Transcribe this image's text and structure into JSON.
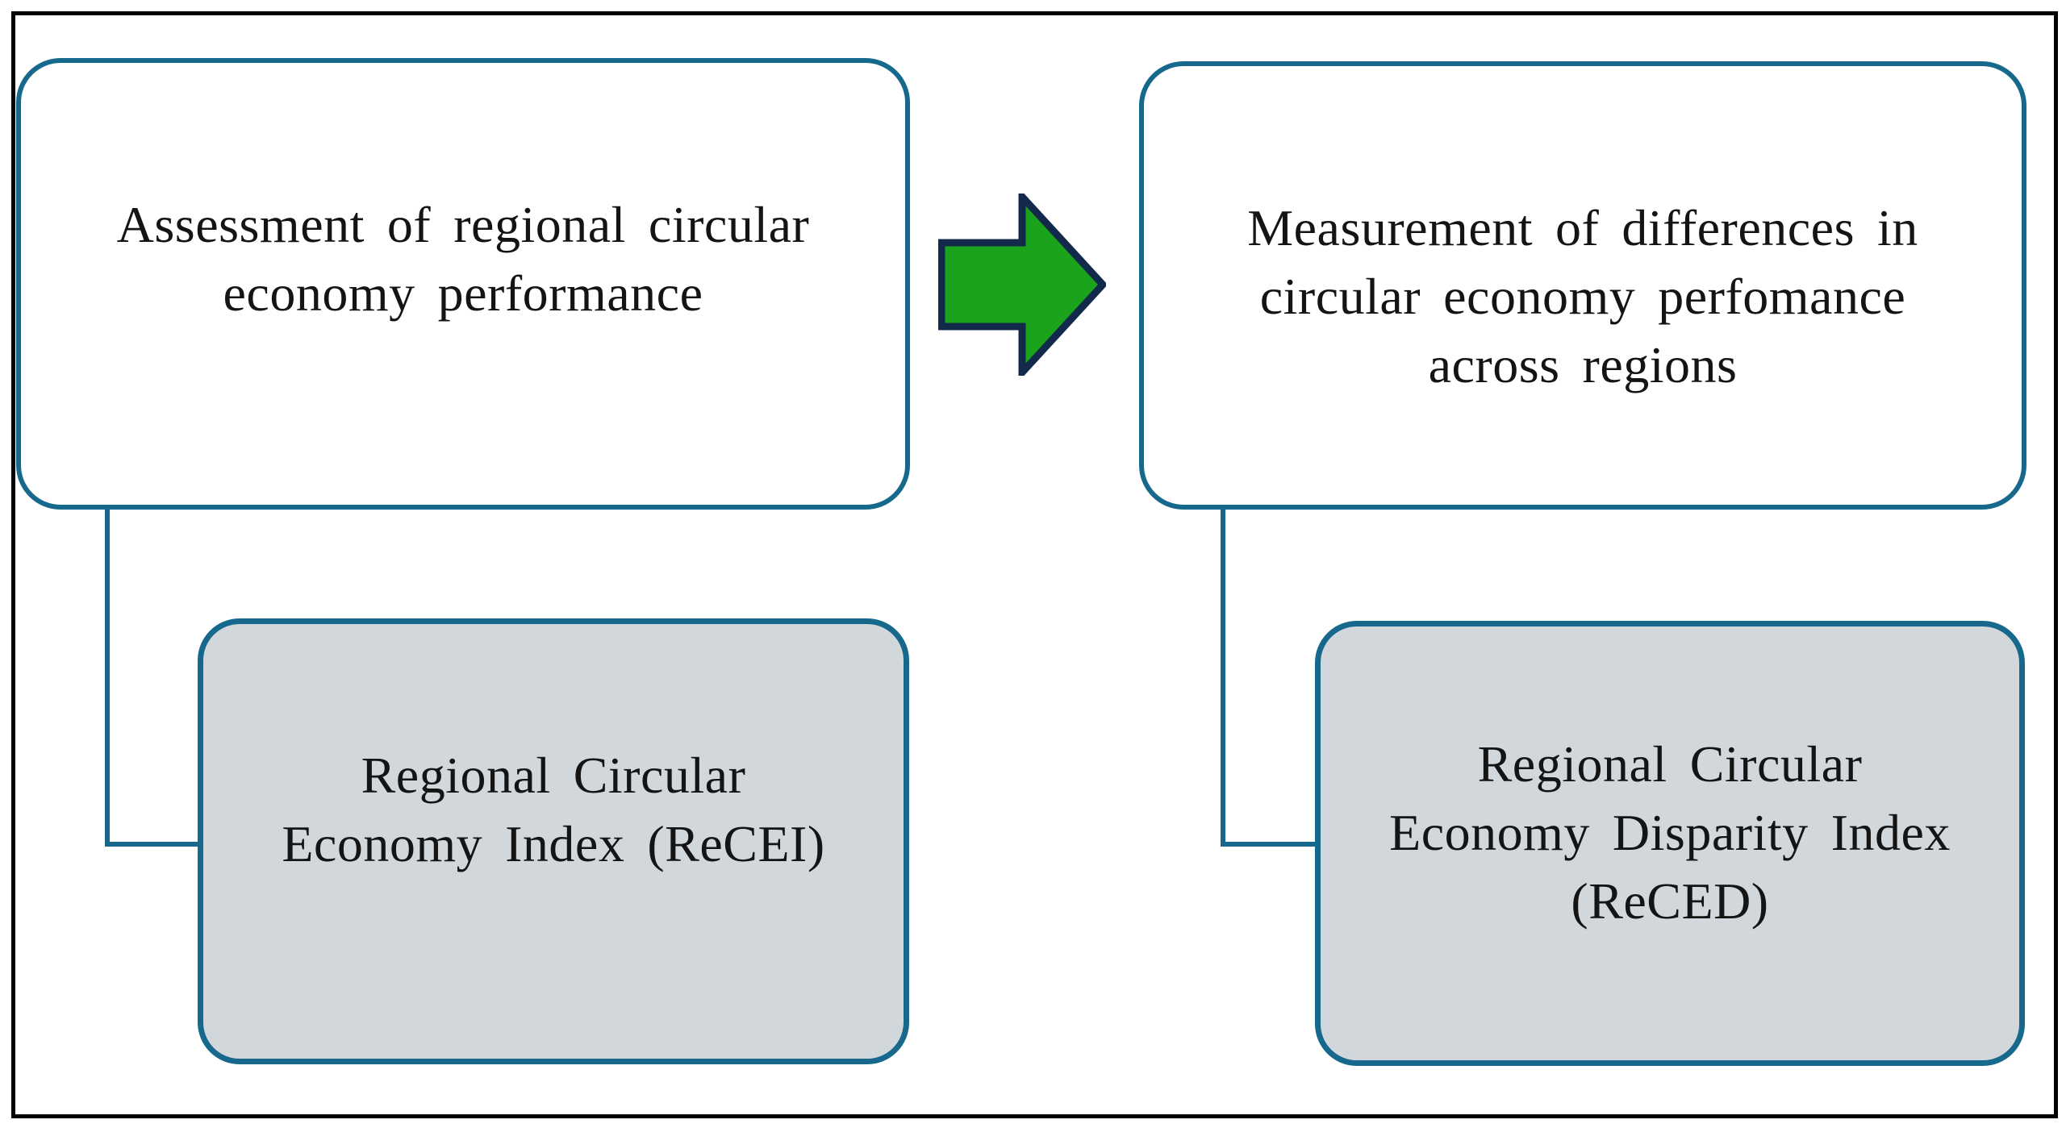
{
  "diagram": {
    "boxes": {
      "top_left": {
        "lines": [
          "Assessment of regional circular",
          "economy performance"
        ]
      },
      "top_right": {
        "lines": [
          "Measurement of differences in",
          "circular economy perfomance",
          "across regions"
        ]
      },
      "bottom_left": {
        "lines": [
          "Regional Circular",
          "Economy Index (ReCEI)"
        ]
      },
      "bottom_right": {
        "lines": [
          "Regional Circular",
          "Economy Disparity Index",
          "(ReCED)"
        ]
      }
    },
    "arrow": {
      "direction": "right"
    },
    "colors": {
      "box_border": "#16698c",
      "white_box_fill": "#ffffff",
      "gray_box_fill": "#d2d7dc",
      "arrow_fill": "#1ba31b",
      "arrow_outline": "#13294b",
      "outer_frame": "#000000",
      "text": "#141414"
    }
  }
}
